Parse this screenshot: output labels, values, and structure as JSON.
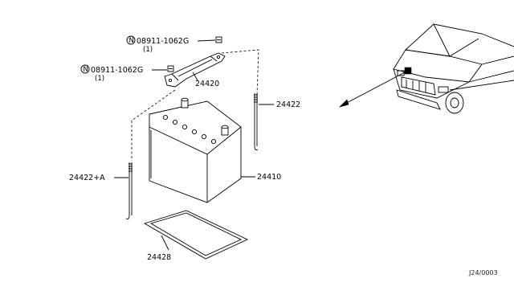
{
  "parts": {
    "nut_upper": {
      "symbol": "N",
      "number": "08911-1062G",
      "qty": "(1)"
    },
    "nut_lower": {
      "symbol": "N",
      "number": "08911-1062G",
      "qty": "(1)"
    },
    "frame": "24420",
    "rod_right": "24422",
    "rod_left": "24422+A",
    "battery": "24410",
    "tray": "24428"
  },
  "reference_code": "J24/0003"
}
